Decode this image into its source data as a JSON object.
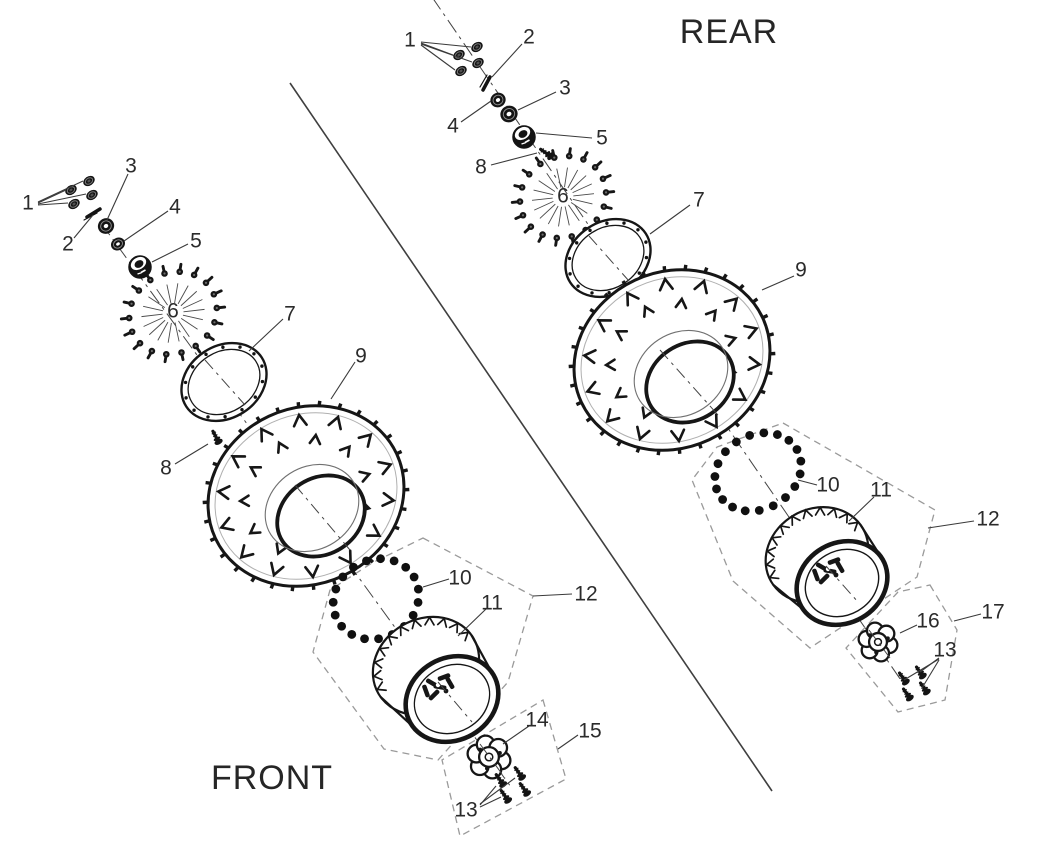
{
  "diagram": {
    "rear_title": "REAR",
    "front_title": "FRONT"
  },
  "parts": {
    "n1": "1",
    "n2": "2",
    "n3": "3",
    "n4": "4",
    "n5": "5",
    "n6": "6",
    "n7": "7",
    "n8": "8",
    "n9": "9",
    "n10": "10",
    "n11": "11",
    "n12": "12",
    "n13": "13",
    "n14": "14",
    "n15": "15",
    "n16": "16",
    "n17": "17"
  },
  "sections": {
    "front": {
      "visible_callouts": [
        "1",
        "2",
        "3",
        "4",
        "5",
        "6",
        "7",
        "8",
        "9",
        "10",
        "11",
        "12",
        "13",
        "14",
        "15"
      ]
    },
    "rear": {
      "visible_callouts": [
        "1",
        "2",
        "3",
        "4",
        "5",
        "6",
        "7",
        "8",
        "9",
        "10",
        "11",
        "12",
        "13",
        "16",
        "17"
      ]
    }
  },
  "colors": {
    "ink": "#1a1a1a",
    "label": "#2b2b2b",
    "dashed_outline": "#9a9a9a",
    "background": "#ffffff"
  }
}
